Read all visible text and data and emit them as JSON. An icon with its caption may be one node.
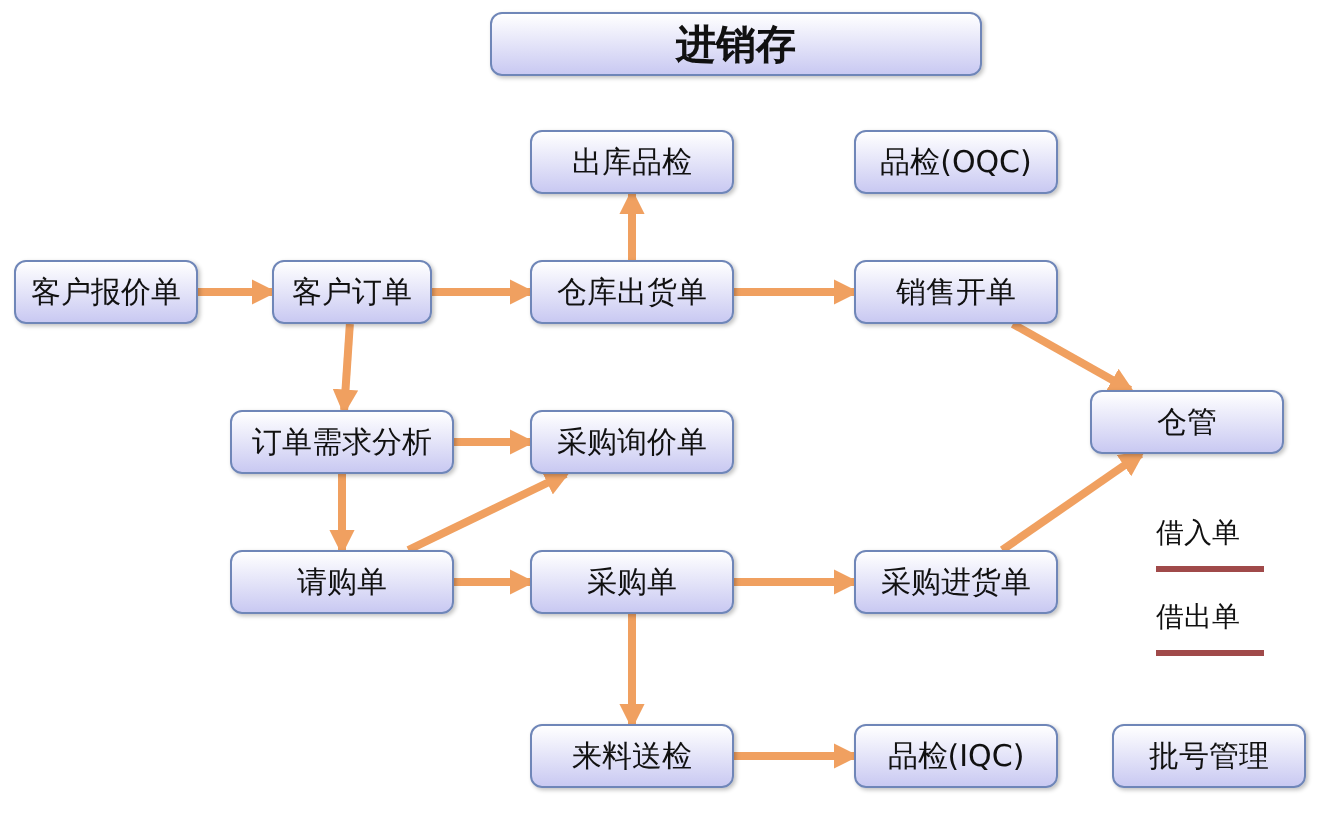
{
  "diagram": {
    "title": "进销存",
    "nodes": [
      {
        "text": [
          "出库品检"
        ]
      },
      {
        "text": [
          "品检(OQC)"
        ]
      },
      {
        "text": [
          "客户报价单"
        ]
      },
      {
        "text": [
          "客户订单"
        ]
      },
      {
        "text": [
          "仓库出货单"
        ]
      },
      {
        "text": [
          "销售开单"
        ]
      },
      {
        "text": [
          "仓管"
        ]
      },
      {
        "text": [
          "订单需求分析"
        ]
      },
      {
        "text": [
          "采购询价单"
        ]
      },
      {
        "text": [
          "请购单"
        ]
      },
      {
        "text": [
          "采购单"
        ]
      },
      {
        "text": [
          "采购进货单"
        ]
      },
      {
        "text": [
          "来料送检"
        ]
      },
      {
        "text": [
          "品检(IQC)"
        ]
      },
      {
        "text": [
          "批号管理"
        ]
      }
    ],
    "edges": [
      {
        "from": 2,
        "to": 3,
        "arrow": "to"
      },
      {
        "from": 3,
        "to": 4,
        "arrow": "to"
      },
      {
        "from": 4,
        "to": 0,
        "arrow": "to"
      },
      {
        "from": 4,
        "to": 5,
        "arrow": "to"
      },
      {
        "from": 5,
        "to": 6,
        "arrow": "to"
      },
      {
        "from": 3,
        "to": 7,
        "arrow": "to"
      },
      {
        "from": 7,
        "to": 8,
        "arrow": "to"
      },
      {
        "from": 7,
        "to": 9,
        "arrow": "to"
      },
      {
        "from": 9,
        "to": 8,
        "arrow": "to"
      },
      {
        "from": 9,
        "to": 10,
        "arrow": "to"
      },
      {
        "from": 10,
        "to": 11,
        "arrow": "to"
      },
      {
        "from": 11,
        "to": 6,
        "arrow": "to"
      },
      {
        "from": 10,
        "to": 12,
        "arrow": "to"
      },
      {
        "from": 12,
        "to": 13,
        "arrow": "to"
      }
    ],
    "legend": [
      {
        "text": "借入单"
      },
      {
        "text": "借出单"
      }
    ]
  }
}
